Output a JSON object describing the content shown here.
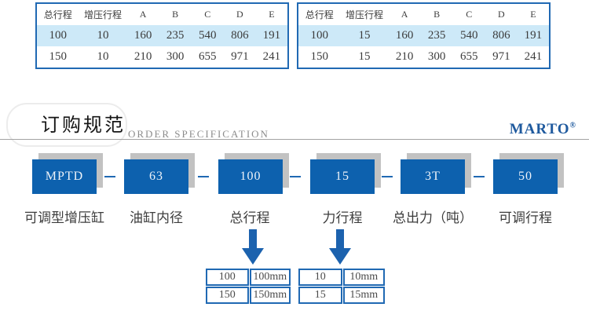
{
  "colors": {
    "table_border_blue": "#2069b3",
    "row_highlight_blue": "#cde9f8",
    "box_blue": "#0d61ae",
    "shadow_gray": "#c2c2c2",
    "brand_blue": "#1f5a9e"
  },
  "spec_tables": [
    {
      "headers": [
        "总行程",
        "增压行程",
        "A",
        "B",
        "C",
        "D",
        "E"
      ],
      "rows": [
        [
          "100",
          "10",
          "160",
          "235",
          "540",
          "806",
          "191"
        ],
        [
          "150",
          "10",
          "210",
          "300",
          "655",
          "971",
          "241"
        ]
      ]
    },
    {
      "headers": [
        "总行程",
        "增压行程",
        "A",
        "B",
        "C",
        "D",
        "E"
      ],
      "rows": [
        [
          "100",
          "15",
          "160",
          "235",
          "540",
          "806",
          "191"
        ],
        [
          "150",
          "15",
          "210",
          "300",
          "655",
          "971",
          "241"
        ]
      ]
    }
  ],
  "section": {
    "title_cn": "订购规范",
    "title_en": "ORDER SPECIFICATION",
    "brand": "MARTO",
    "brand_mark": "®"
  },
  "order_code": {
    "segments": [
      {
        "code": "MPTD",
        "label": "可调型增压缸"
      },
      {
        "code": "63",
        "label": "油缸内径"
      },
      {
        "code": "100",
        "label": "总行程"
      },
      {
        "code": "15",
        "label": "力行程"
      },
      {
        "code": "3T",
        "label": "总出力（吨）"
      },
      {
        "code": "50",
        "label": "可调行程"
      }
    ]
  },
  "option_tables": [
    {
      "rows": [
        [
          "100",
          "100mm"
        ],
        [
          "150",
          "150mm"
        ]
      ]
    },
    {
      "rows": [
        [
          "10",
          "10mm"
        ],
        [
          "15",
          "15mm"
        ]
      ]
    }
  ]
}
